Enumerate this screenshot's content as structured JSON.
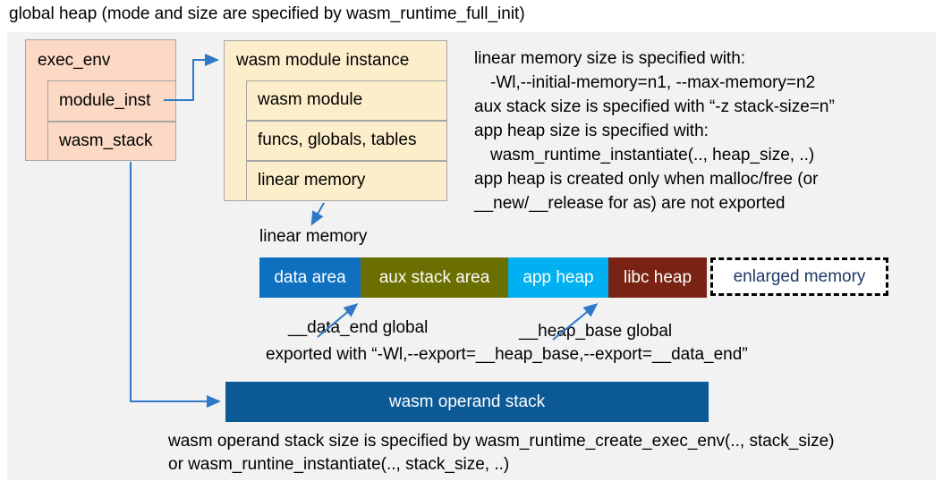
{
  "title": "global heap (mode and size are specified by wasm_runtime_full_init)",
  "colors": {
    "panel": "#f2f2f2",
    "exec_env_fill": "#fbd9c4",
    "module_instance_fill": "#fdeecb",
    "box_border": "#a6a6a6",
    "connector": "#2e78c7",
    "operand_stack_fill": "#0b5a96"
  },
  "exec_env": {
    "label": "exec_env",
    "children": [
      "module_inst",
      "wasm_stack"
    ]
  },
  "module_instance": {
    "label": "wasm module instance",
    "children": [
      "wasm module",
      "funcs, globals, tables",
      "linear memory"
    ]
  },
  "notes": {
    "lines": [
      "linear memory size is specified with:",
      "-Wl,--initial-memory=n1, --max-memory=n2",
      "aux stack size is specified with “-z stack-size=n”",
      "app heap size is specified with:",
      "wasm_runtime_instantiate(.., heap_size, ..)",
      "app heap is created only when malloc/free (or",
      "__new/__release for as) are not exported"
    ]
  },
  "linear_memory": {
    "label": "linear memory",
    "segments": [
      {
        "label": "data area",
        "color": "#0f70c0",
        "text_color": "#ffffff"
      },
      {
        "label": "aux stack area",
        "color": "#6b6e00",
        "text_color": "#ffffff"
      },
      {
        "label": "app heap",
        "color": "#00b0f0",
        "text_color": "#ffffff"
      },
      {
        "label": "libc heap",
        "color": "#7a2214",
        "text_color": "#ffffff"
      },
      {
        "label": "enlarged memory",
        "color": "#ffffff",
        "text_color": "#1f3864"
      }
    ]
  },
  "globals": {
    "data_end": "__data_end global",
    "heap_base": "__heap_base global",
    "exported": "exported with “-Wl,--export=__heap_base,--export=__data_end”"
  },
  "operand_stack": {
    "label": "wasm operand stack"
  },
  "footer": {
    "line1": "wasm operand stack size is specified by wasm_runtime_create_exec_env(.., stack_size)",
    "line2": "or wasm_runtine_instantiate(.., stack_size, ..)"
  }
}
